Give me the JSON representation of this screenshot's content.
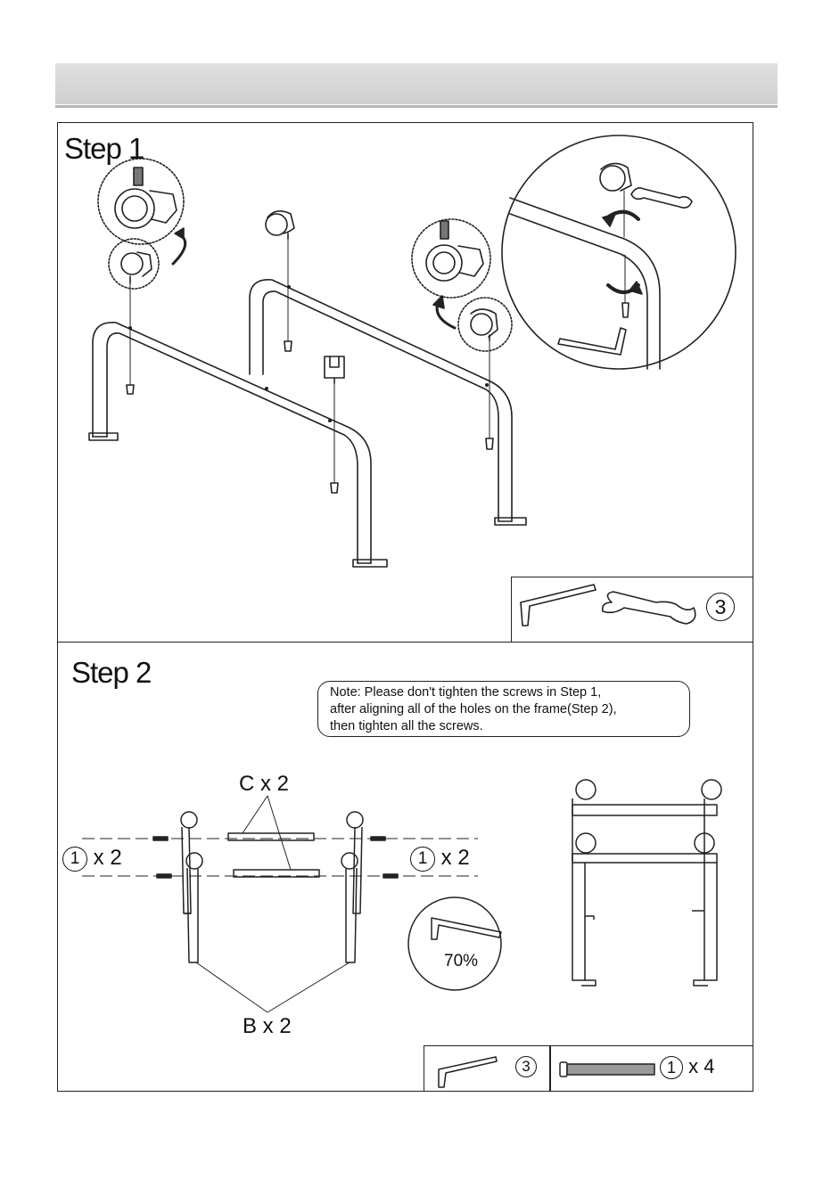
{
  "header": {
    "title": ""
  },
  "step1": {
    "title": "Step 1",
    "tool_label": "3"
  },
  "step2": {
    "title": "Step 2",
    "note_lines": [
      "Note: Please don't tighten the screws in Step 1,",
      "after aligning all of the holes on the frame(Step 2),",
      "then tighten all the screws."
    ],
    "label_c": "C x 2",
    "label_b": "B x 2",
    "screw_ref": "1",
    "screw_qty_left": "x 2",
    "screw_qty_right": "x 2",
    "tighten_pct": "70%",
    "tool_label": "3",
    "screw_total_ref": "1",
    "screw_total_qty": "x 4"
  }
}
